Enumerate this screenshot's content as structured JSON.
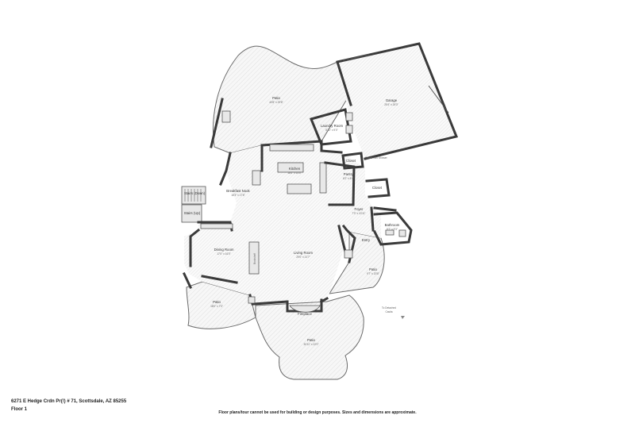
{
  "rooms": {
    "patio_top": {
      "name": "Patio",
      "dims": "40'8\" x 29'8\""
    },
    "garage": {
      "name": "Garage",
      "dims": "25'4\" x 25'3\""
    },
    "laundry": {
      "name": "Laundry Room",
      "dims": "8'11\" x 9'0\""
    },
    "kitchen": {
      "name": "Kitchen",
      "dims": "18'4\" x 14'6\""
    },
    "closet_1": {
      "name": "Closet",
      "dims": ""
    },
    "pantry": {
      "name": "Pantry",
      "dims": "6'2\" x 5'4\""
    },
    "breakfast": {
      "name": "Breakfast Nook",
      "dims": "18'3\" x 17'6\""
    },
    "stairs_down": {
      "name": "Stairs (Down)",
      "dims": ""
    },
    "stairs_up": {
      "name": "Stairs (Up)",
      "dims": ""
    },
    "foyer": {
      "name": "Foyer",
      "dims": "7'3\" x 10'11\""
    },
    "closet_2": {
      "name": "Closet",
      "dims": ""
    },
    "bathroom": {
      "name": "Bathroom",
      "dims": "9'7\" x 9'3\""
    },
    "entry": {
      "name": "Entry",
      "dims": ""
    },
    "dining": {
      "name": "Dining Room",
      "dims": "17'0\" x 16'0\""
    },
    "living": {
      "name": "Living Room",
      "dims": "29'0\" x 21'7\""
    },
    "patio_right": {
      "name": "Patio",
      "dims": "9'7\" x 20'8\""
    },
    "patio_left": {
      "name": "Patio",
      "dims": "18'0\" x 7'0\""
    },
    "fireplace": {
      "name": "Fireplace",
      "dims": ""
    },
    "patio_bottom": {
      "name": "Patio",
      "dims": "30'11\" x 22'0\""
    }
  },
  "labels": {
    "bookshelf": "Bookshelf",
    "space_mini": "Space Mini Shower",
    "to_casita": "To Detached",
    "to_casita_2": "Casita"
  },
  "footer": {
    "address": "6271 E Hedge Crdn Pr(!) # 71, Scottsdale, AZ 85255",
    "floor": "Floor 1",
    "disclaimer": "Floor plans/tour cannot be used for building or design purposes. Sizes and dimensions are approximate."
  },
  "colors": {
    "wall": "#3a3a3a",
    "floor_hatch": "#e2e2e2",
    "background": "#ffffff"
  }
}
